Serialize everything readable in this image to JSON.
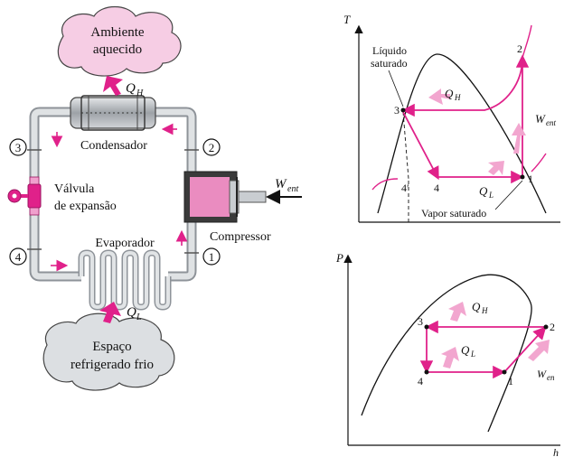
{
  "cycle": {
    "ambient_hot": [
      "Ambiente",
      "aquecido"
    ],
    "q_hot": {
      "sym": "Q",
      "sub": "H"
    },
    "condenser": "Condensador",
    "valve": [
      "Válvula",
      "de expansão"
    ],
    "evaporator": "Evaporador",
    "compressor": "Compressor",
    "w_in": {
      "sym": "W",
      "sub": "ent"
    },
    "q_cold": {
      "sym": "Q",
      "sub": "L"
    },
    "cold_space": [
      "Espaço",
      "refrigerado frio"
    ],
    "states": [
      "1",
      "2",
      "3",
      "4"
    ]
  },
  "ts_diagram": {
    "y_axis": "T",
    "sat_liquid": [
      "Líquido",
      "saturado"
    ],
    "sat_vapor": "Vapor saturado",
    "q_hot": {
      "sym": "Q",
      "sub": "H"
    },
    "q_cold": {
      "sym": "Q",
      "sub": "L"
    },
    "w": {
      "sym": "W",
      "sub": "ent"
    },
    "points": [
      "1",
      "2",
      "3",
      "4",
      "4′"
    ]
  },
  "ph_diagram": {
    "y_axis": "P",
    "x_axis": "h",
    "q_hot": {
      "sym": "Q",
      "sub": "H"
    },
    "q_cold": {
      "sym": "Q",
      "sub": "L"
    },
    "w": {
      "sym": "W",
      "sub": "en"
    },
    "points": [
      "1",
      "2",
      "3",
      "4"
    ]
  },
  "colors": {
    "accent": "#e0218a",
    "cloud": "#f6cde4",
    "pipe": "#c9cdd1",
    "piston": "#ea8cc0"
  }
}
